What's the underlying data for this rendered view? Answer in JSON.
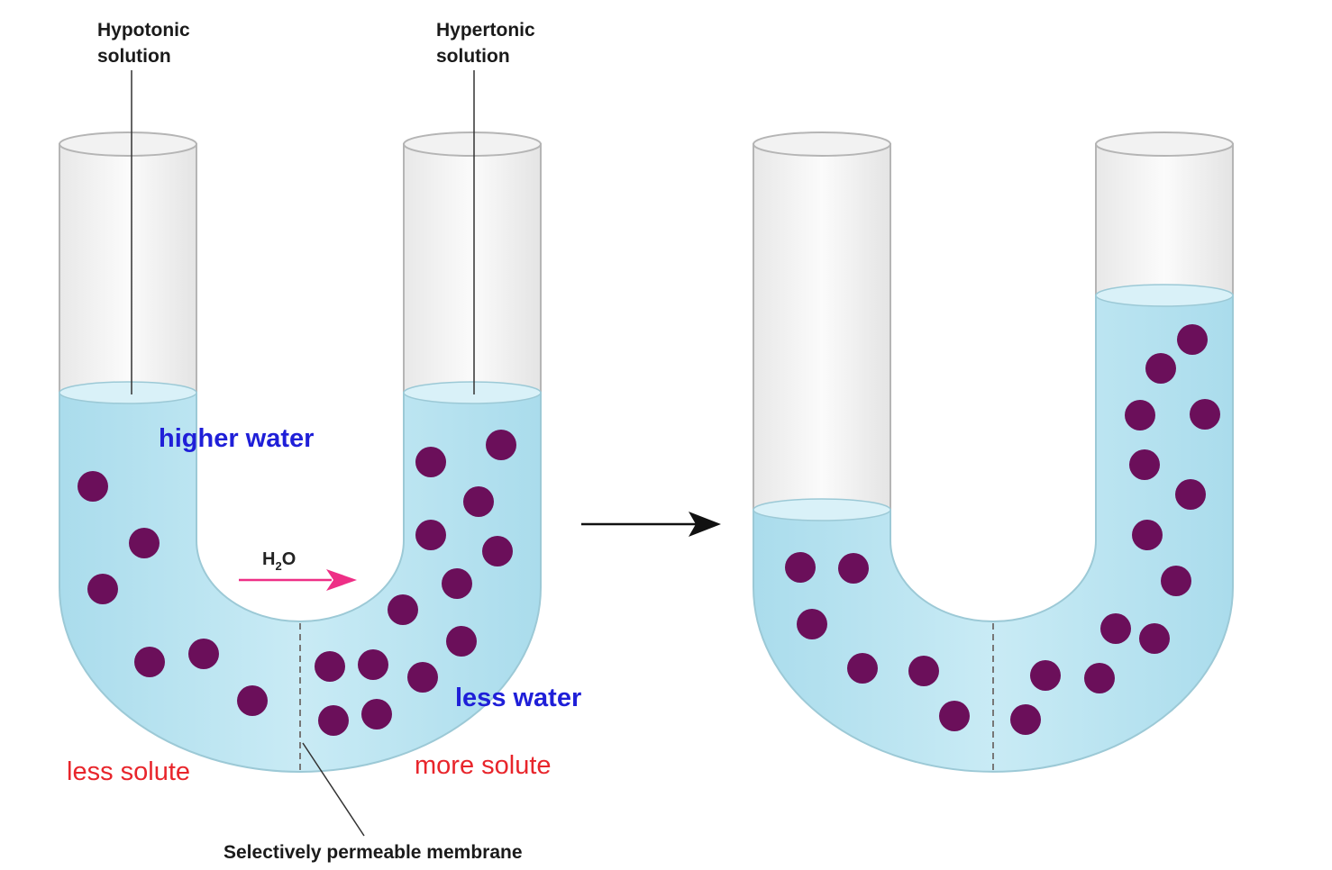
{
  "labels": {
    "hypotonic_line1": "Hypotonic",
    "hypotonic_line2": "solution",
    "hypertonic_line1": "Hypertonic",
    "hypertonic_line2": "solution",
    "higher_water": "higher water",
    "less_water": "less water",
    "less_solute": "less solute",
    "more_solute": "more solute",
    "h2o_main": "H",
    "h2o_sub": "2",
    "h2o_end": "O",
    "membrane": "Selectively permeable membrane"
  },
  "colors": {
    "water": "#bfe6f1",
    "water_dark": "#8fd0e4",
    "tube_outline": "#b5b5b5",
    "solute": "#6b0f5a",
    "arrow_pink": "#ee2f86",
    "label_blue": "#1f1fd8",
    "label_red": "#e8252b"
  }
}
